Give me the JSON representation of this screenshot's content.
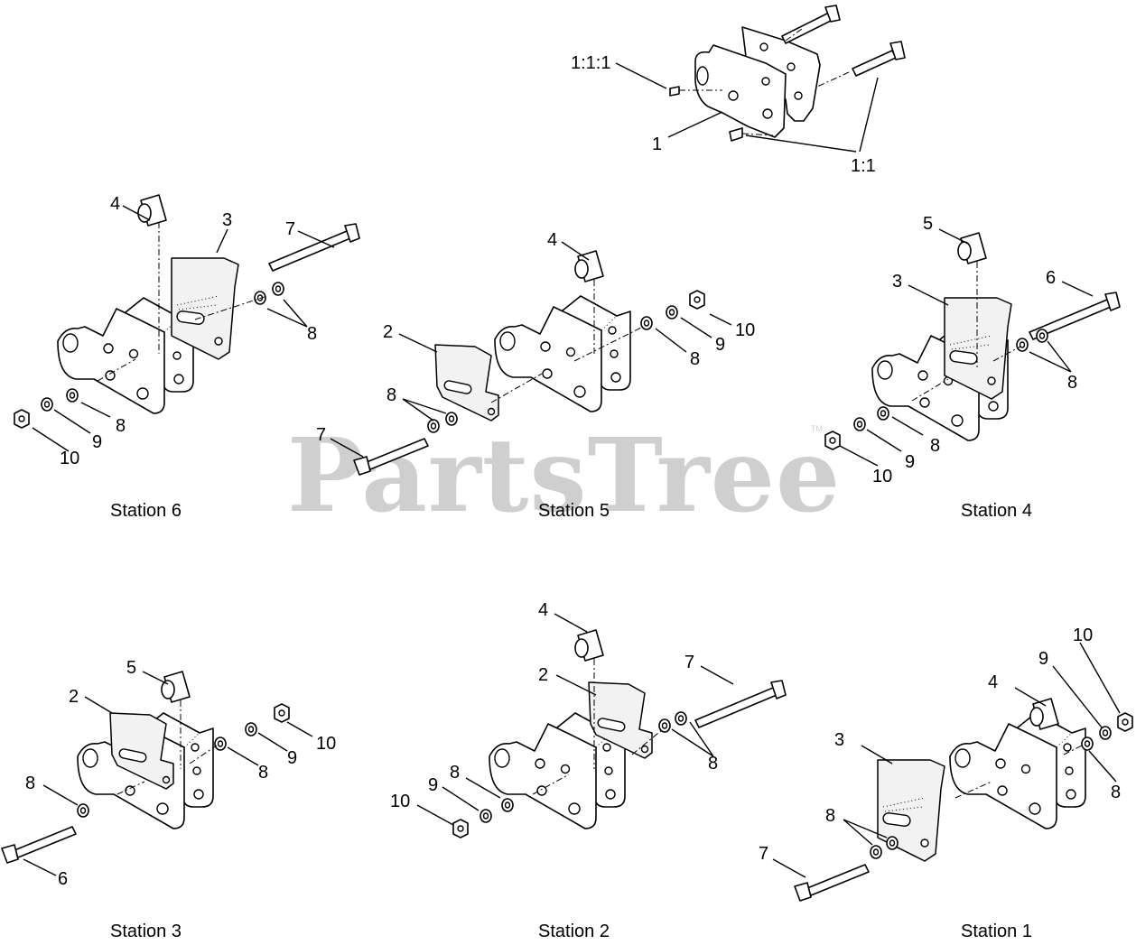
{
  "watermark": {
    "text": "PartsTree",
    "mark": "TM"
  },
  "detail_callouts": {
    "c111": "1:1:1",
    "c1": "1",
    "c11": "1:1"
  },
  "stations": [
    {
      "label": "Station 6",
      "callouts": {
        "pin": "4",
        "bracket": "3",
        "bolt": "7",
        "washer_pair": "8",
        "washer_flat": "8",
        "washer_lock": "9",
        "nut": "10"
      }
    },
    {
      "label": "Station 5",
      "callouts": {
        "pin": "4",
        "bracket": "2",
        "washer_pair": "8",
        "bolt": "7",
        "washer_flat": "8",
        "washer_lock": "9",
        "nut": "10"
      }
    },
    {
      "label": "Station 4",
      "callouts": {
        "pin": "5",
        "bracket": "3",
        "bolt": "6",
        "washer_pair": "8",
        "washer_flat": "8",
        "washer_lock": "9",
        "nut": "10"
      }
    },
    {
      "label": "Station 3",
      "callouts": {
        "pin": "5",
        "bracket": "2",
        "washer_flat": "8",
        "washer_lock": "9",
        "nut": "10",
        "washer_single": "8",
        "bolt": "6"
      }
    },
    {
      "label": "Station 2",
      "callouts": {
        "pin": "4",
        "bracket": "2",
        "bolt": "7",
        "washer_pair": "8",
        "washer_flat": "8",
        "washer_lock": "9",
        "nut": "10"
      }
    },
    {
      "label": "Station 1",
      "callouts": {
        "nut": "10",
        "washer_lock": "9",
        "pin": "4",
        "bracket": "3",
        "washer_flat": "8",
        "washer_pair": "8",
        "bolt": "7"
      }
    }
  ]
}
